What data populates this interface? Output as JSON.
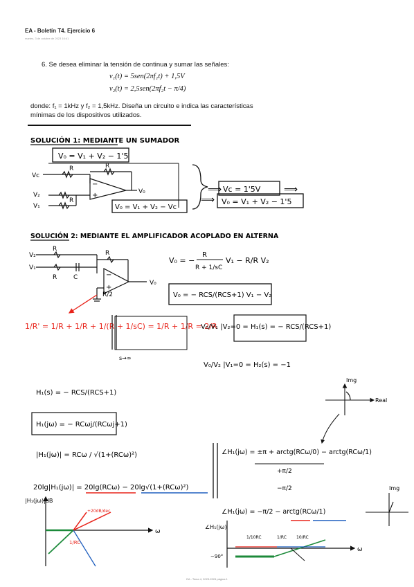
{
  "header": {
    "title": "EA - Boletín T4. Ejercicio 6",
    "date": "martes, 3 de octubre de 2023 16:41"
  },
  "problem": {
    "statement": "6. Se desea eliminar la tensión de continua y sumar las señales:",
    "eq1": "v₁(t) = 5sen(2πf₁t) + 1,5V",
    "eq2": "v₂(t) = 2,5sen(2πf₂t − π/4)",
    "donde": "donde: f₁ = 1kHz y f₂ = 1,5kHz. Diseña un circuito e indica las características mínimas de los dispositivos utilizados."
  },
  "solution1": {
    "title": "SOLUCIÓN 1: MEDIANTE UN SUMADOR",
    "box_eq": "V₀ = V₁ + V₂ − 1'5",
    "vc_eq": "Vc = 1'5V",
    "final_eq": "V₀ = V₁ + V₂ − 1'5",
    "circuit_eq": "V₀ = V₁ + V₂ − Vc",
    "labels": {
      "vc": "Vc",
      "v2": "V₂",
      "v1": "V₁",
      "r": "R",
      "vo": "V₀"
    }
  },
  "solution2": {
    "title": "SOLUCIÓN 2: MEDIANTE EL AMPLIFICADOR ACOPLADO EN ALTERNA",
    "vo_eq_left": "V₀ = −",
    "vo_frac_num": "R",
    "vo_frac_den": "R + 1/sC",
    "vo_eq_tail": "V₁ − R/R V₂",
    "box_eq": "V₀ = − RCS/(RCS+1) V₁ − V₂",
    "labels": {
      "v2": "V₂",
      "v1": "V₁",
      "r": "R",
      "c": "C",
      "r2": "R/2",
      "vo": "V₀"
    },
    "parallel_eq": "1/R' = 1/R + 1/R + 1/(R + 1/sC) = 1/R + 1/R = 2/R",
    "limit": "s→∞",
    "h1_eq": "V₀/V₁ |V₂=0 = H₁(s) = − RCS/(RCS+1)",
    "h2_eq": "V₀/V₂ |V₁=0 = H₂(s) = −1"
  },
  "analysis": {
    "h1s": "H₁(s) = − RCS/(RCS+1)",
    "h1jw": "H₁(jω) = − RCωj/(RCωj+1)",
    "mag": "|H₁(jω)| = RCω / √(1+(RCω)²)",
    "db": "20lg|H₁(jω)| = 20lg(RCω) − 20lg√(1+(RCω)²)",
    "phase1": "∠H₁(jω) = ±π + arctg(RCω/0) − arctg(RCω/1)",
    "phase_sub1": "+π/2",
    "phase_sub2": "−π/2",
    "phase2": "∠H₁(jω) = −π/2 − arctg(RCω/1)",
    "img": "Img",
    "real": "Real",
    "plot1_ylabel": "|H₁(jω)|dB",
    "plot1_xlabel": "ω",
    "plot1_tick": "1/RC",
    "plot1_slope": "+20dB/dec",
    "plot2_ylabel": "∠H₁(jω)",
    "plot2_ticks": [
      "1/10RC",
      "1/RC",
      "10/RC"
    ],
    "plot2_y": "−90°",
    "plot2_xlabel": "ω"
  },
  "footer": "EA - Tema 4, 2023-2024 página 1",
  "colors": {
    "ink": "#111111",
    "red": "#e8231a",
    "blue": "#1f5fbf",
    "green": "#1c8a3a"
  }
}
